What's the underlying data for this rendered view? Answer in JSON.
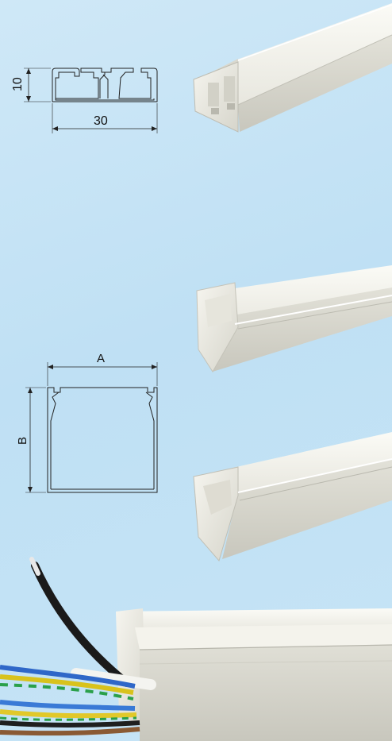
{
  "drawing_small": {
    "height_label": "10",
    "width_label": "30"
  },
  "drawing_large": {
    "width_label": "A",
    "height_label": "B"
  },
  "colors": {
    "background": "#c6e4f6",
    "duct_plastic": "#efeee8",
    "duct_shadow": "#c9c8be",
    "outline": "#222222"
  },
  "icons": [
    "cable-duct-two-channel",
    "cable-duct-single-channel",
    "electrical-wires"
  ]
}
